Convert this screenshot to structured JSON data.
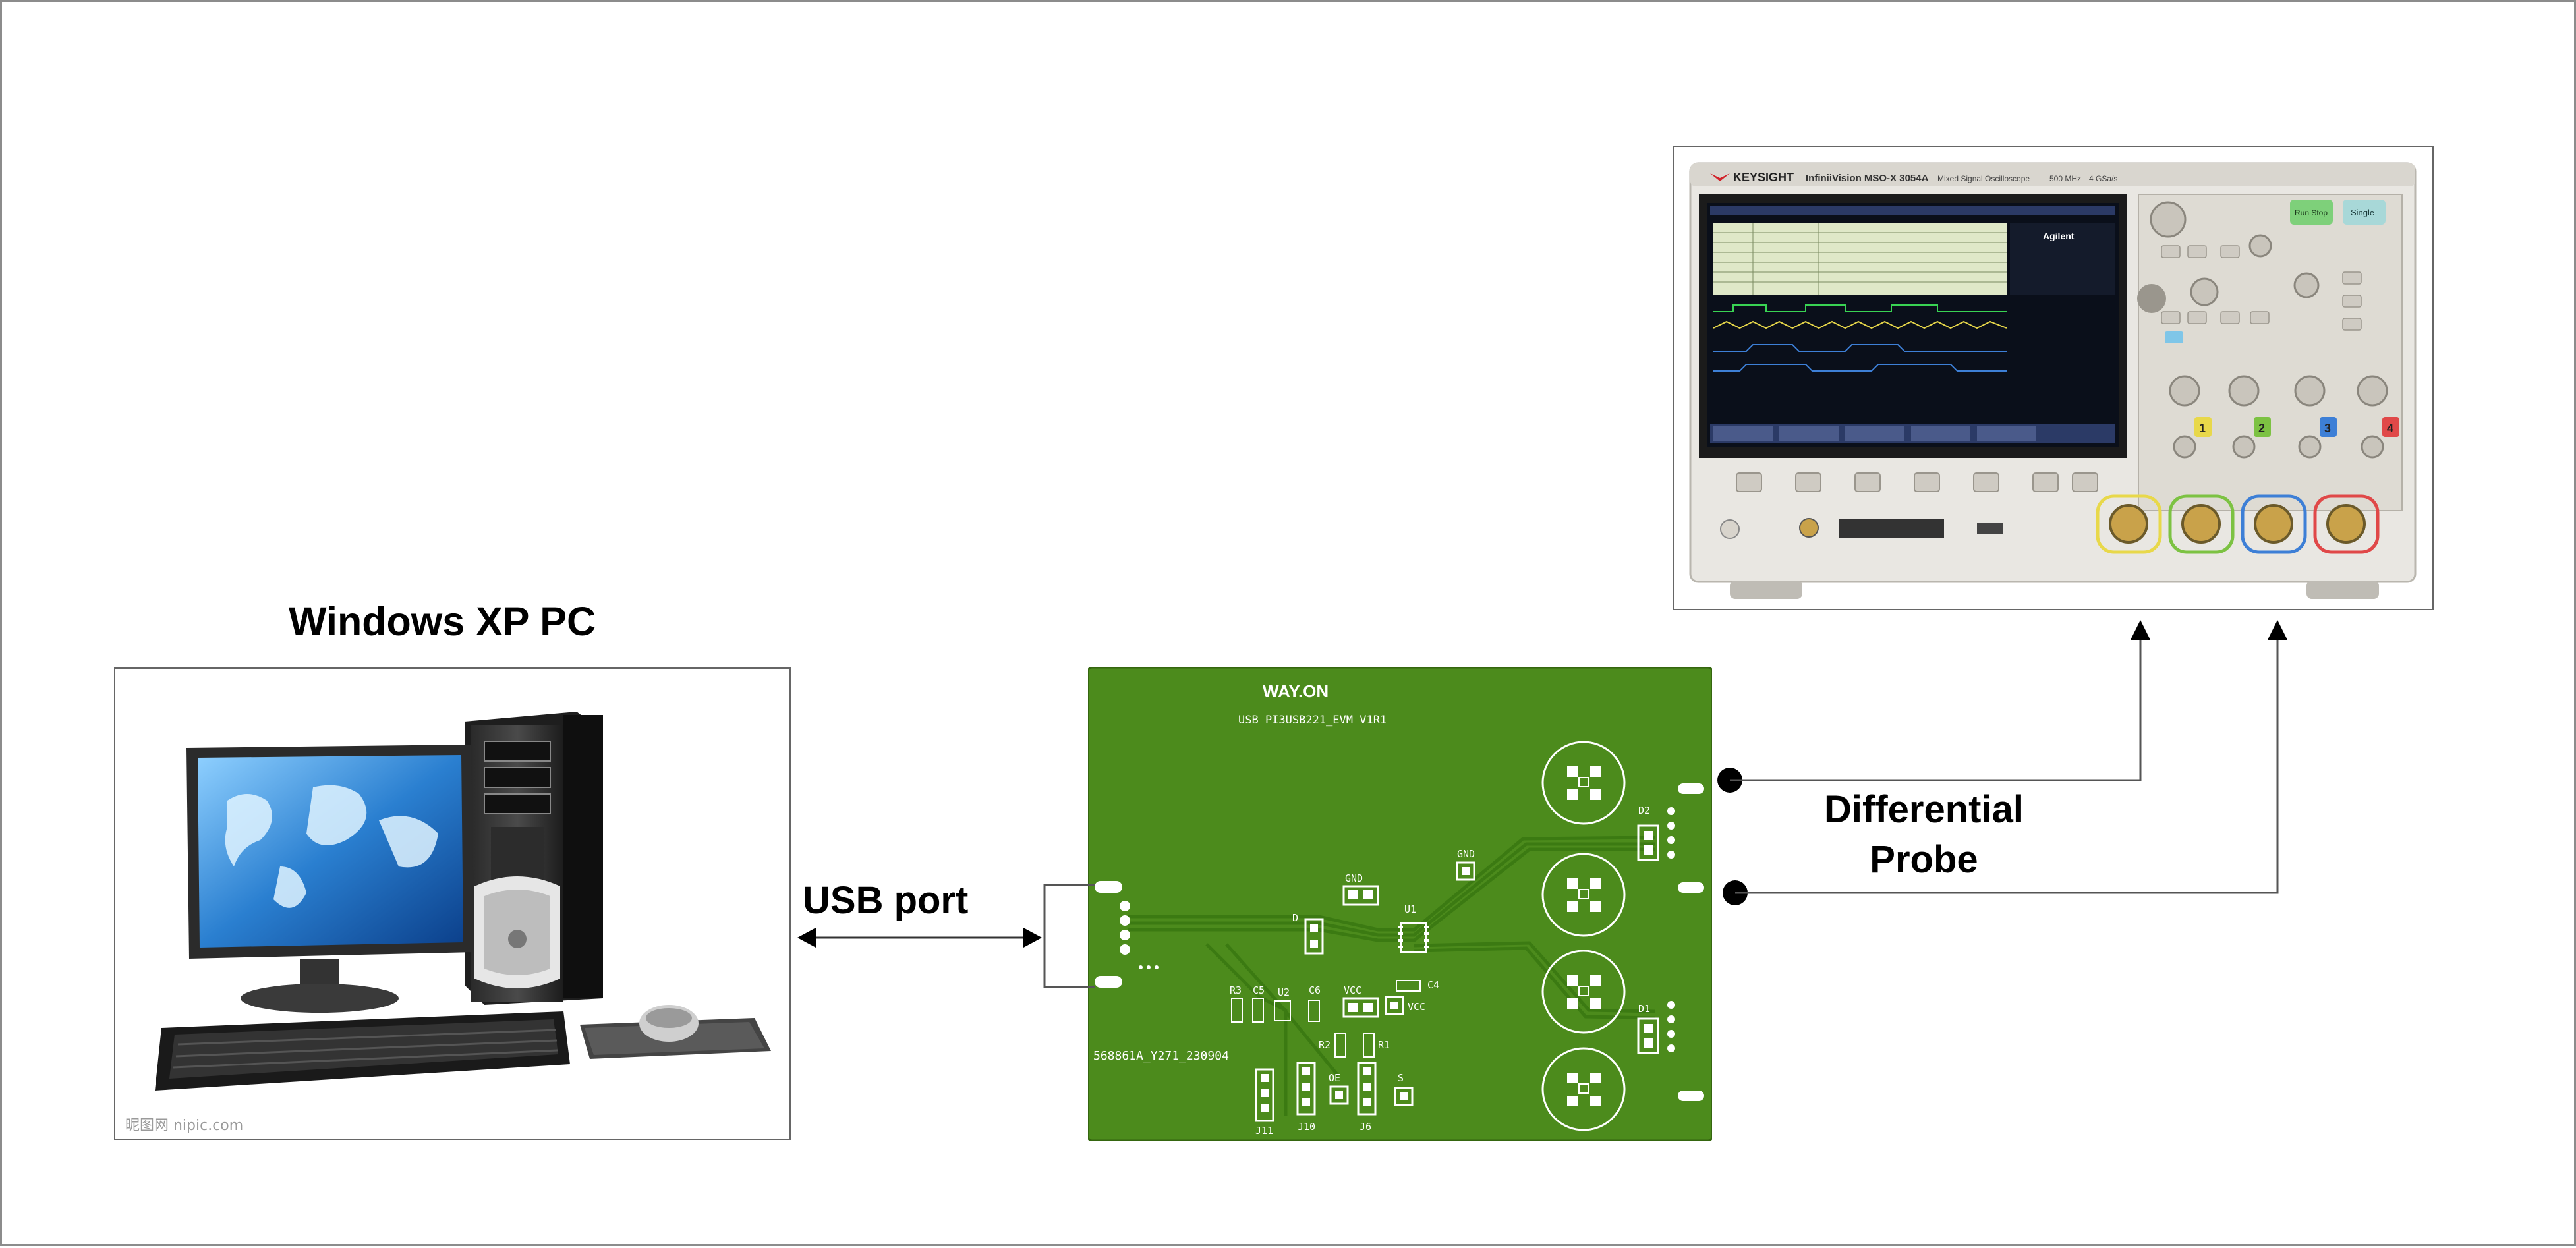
{
  "labels": {
    "pc": "Windows XP PC",
    "usb": "USB port",
    "probe_line1": "Differential",
    "probe_line2": "Probe"
  },
  "pc_watermark": "昵图网 nipic.com",
  "oscilloscope": {
    "brand": "KEYSIGHT",
    "model": "InfiniiVision MSO-X 3054A",
    "subtitle": "Mixed Signal Oscilloscope",
    "spec_bw": "500 MHz",
    "spec_rate": "4 GSa/s",
    "screen_logo": "Agilent",
    "run_stop": "Run Stop",
    "single": "Single",
    "channels": [
      "1",
      "2",
      "3",
      "4"
    ]
  },
  "pcb": {
    "logo": "WAY.ON",
    "title": "USB PI3USB221_EVM V1R1",
    "part_number": "568861A_Y271_230904",
    "refs": {
      "gnd1": "GND",
      "gnd2": "GND",
      "d": "D",
      "u1": "U1",
      "u2": "U2",
      "r3": "R3",
      "c5": "C5",
      "c6": "C6",
      "vcc1": "VCC",
      "vcc2": "VCC",
      "c4": "C4",
      "r2": "R2",
      "r1": "R1",
      "oe": "OE",
      "s": "S",
      "j11": "J11",
      "j10": "J10",
      "j6": "J6",
      "d1": "D1",
      "d2": "D2"
    }
  },
  "colors": {
    "pcb_green": "#4c8b1c",
    "pcb_trace": "#3b7a12",
    "monitor_blue": "#2a7fd0",
    "scope_body": "#e9e7e2",
    "ch1": "#e8d84a",
    "ch2": "#7cc242",
    "ch3": "#3d7fd6",
    "ch4": "#e04848"
  }
}
